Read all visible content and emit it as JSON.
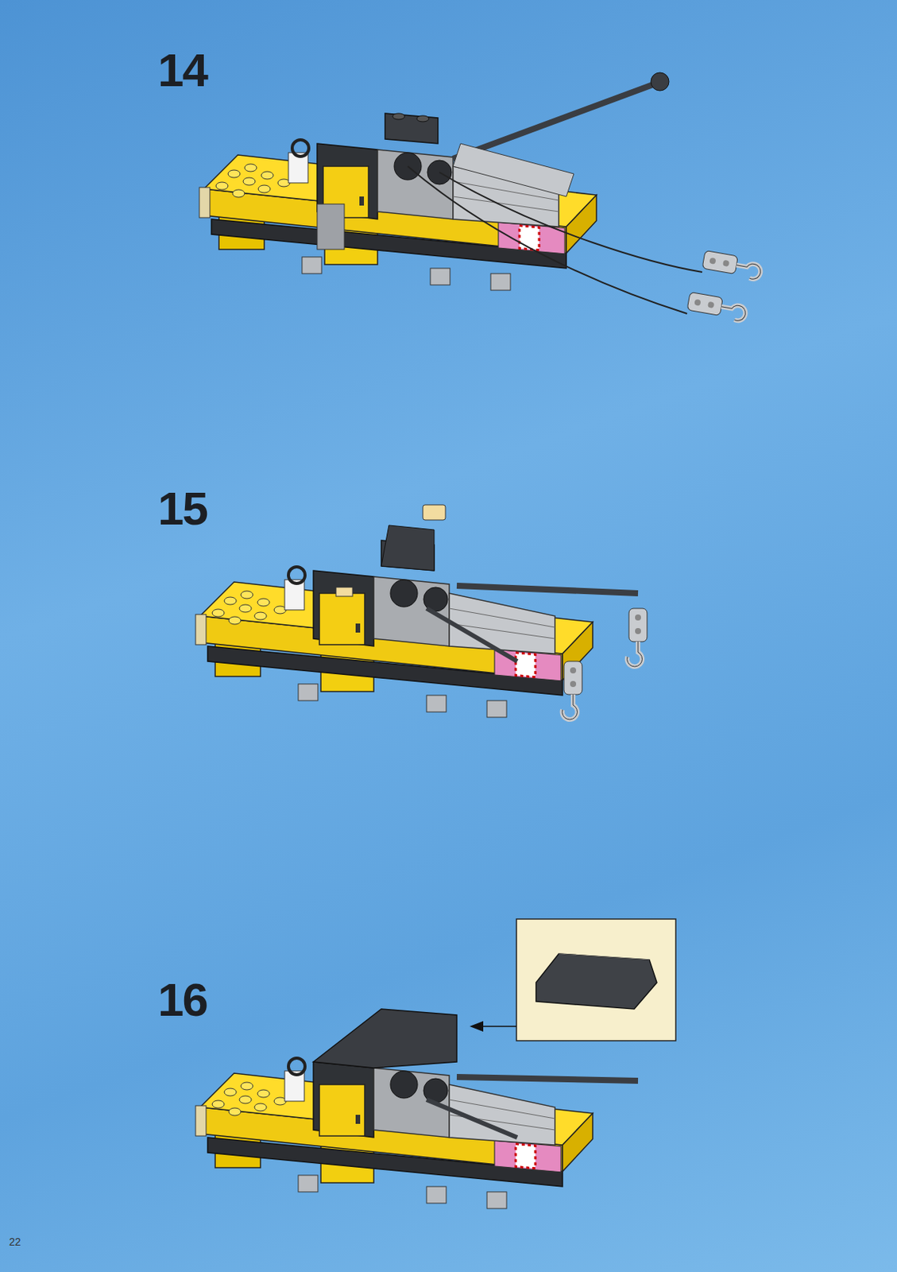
{
  "diagram": {
    "labels": [
      "14",
      "15",
      "16",
      "22"
    ]
  }
}
